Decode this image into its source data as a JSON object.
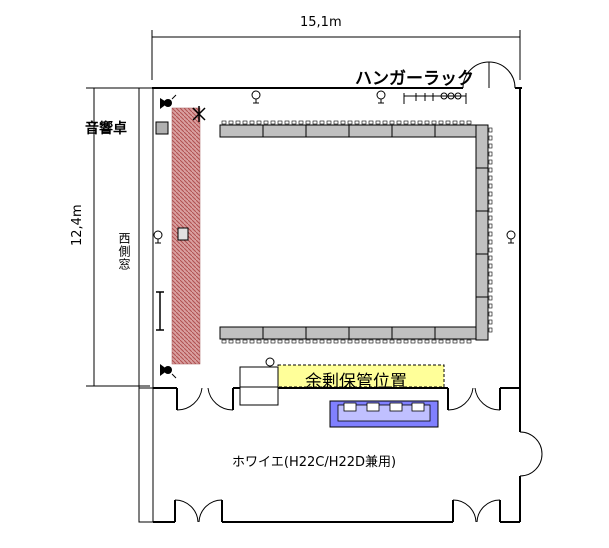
{
  "dimensions": {
    "width": "15,1m",
    "height": "12,4m"
  },
  "labels": {
    "hanger_rack": "ハンガーラック",
    "sound_desk": "音響卓",
    "west_window": "西側窓",
    "storage_area": "余剰保管位置",
    "foyer": "ホワイエ(H22C/H22D兼用)"
  },
  "colors": {
    "wall": "#000000",
    "table_fill": "#c0c0c0",
    "hatched_area": "#c08080",
    "storage_highlight": "#ffff99",
    "storage_rack_blue": "#8080ff"
  },
  "icons": [
    "speaker-icon",
    "spotlight-icon",
    "mic-stand-icon",
    "x-mark-icon"
  ]
}
